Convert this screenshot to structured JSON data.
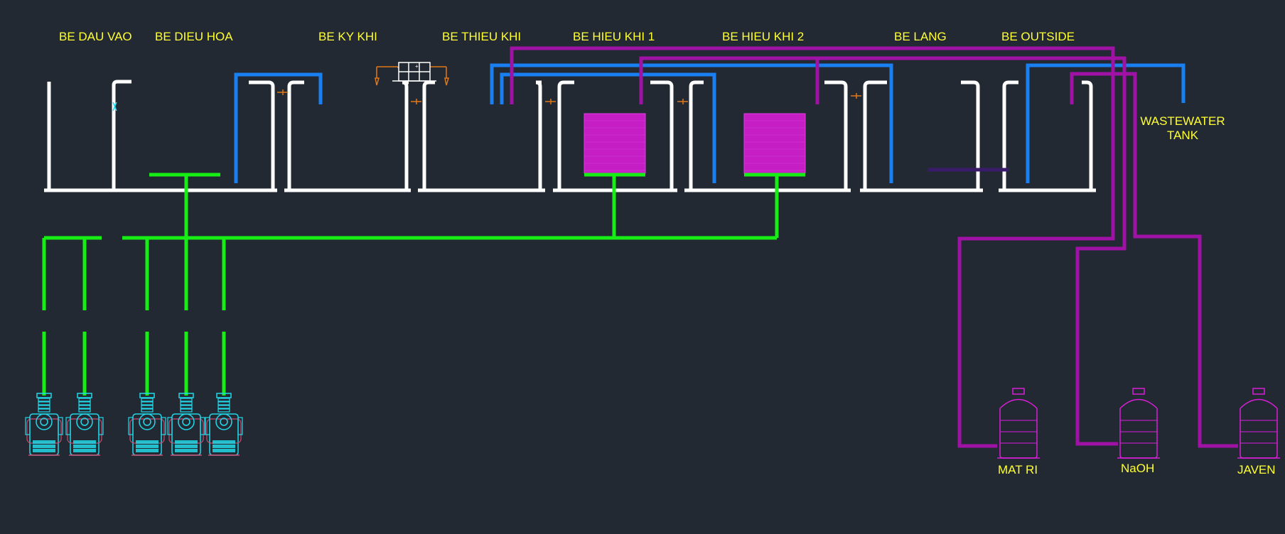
{
  "tanks": [
    {
      "id": "be-dau-vao",
      "label": "BE DAU VAO"
    },
    {
      "id": "be-dieu-hoa",
      "label": "BE DIEU HOA"
    },
    {
      "id": "be-ky-khi",
      "label": "BE KY KHI"
    },
    {
      "id": "be-thieu-khi",
      "label": "BE THIEU KHI"
    },
    {
      "id": "be-hieu-khi-1",
      "label": "BE HIEU KHI 1"
    },
    {
      "id": "be-hieu-khi-2",
      "label": "BE HIEU KHI 2"
    },
    {
      "id": "be-lang",
      "label": "BE LANG"
    },
    {
      "id": "be-outside",
      "label": "BE OUTSIDE"
    }
  ],
  "outlet": {
    "line1": "WASTEWATER",
    "line2": "TANK"
  },
  "chemicals": [
    {
      "id": "mat-ri",
      "label": "MAT RI"
    },
    {
      "id": "naoh",
      "label": "NaOH"
    },
    {
      "id": "javen",
      "label": "JAVEN"
    }
  ],
  "colors": {
    "background": "#222933",
    "label": "#ffff33",
    "wall": "#ffffff",
    "air_pipe": "#16ee16",
    "water_pipe": "#1a7ff0",
    "chemical_pipe": "#a012a6",
    "media": "#cc1fcc",
    "pump": "#22d8e8",
    "chemical_tank": "#d81fd8",
    "fitting": "#e07818"
  },
  "icons": {
    "blower": "air-blower-icon",
    "chem_tank": "chemical-tank-icon",
    "scraper": "scraper-unit-icon"
  }
}
